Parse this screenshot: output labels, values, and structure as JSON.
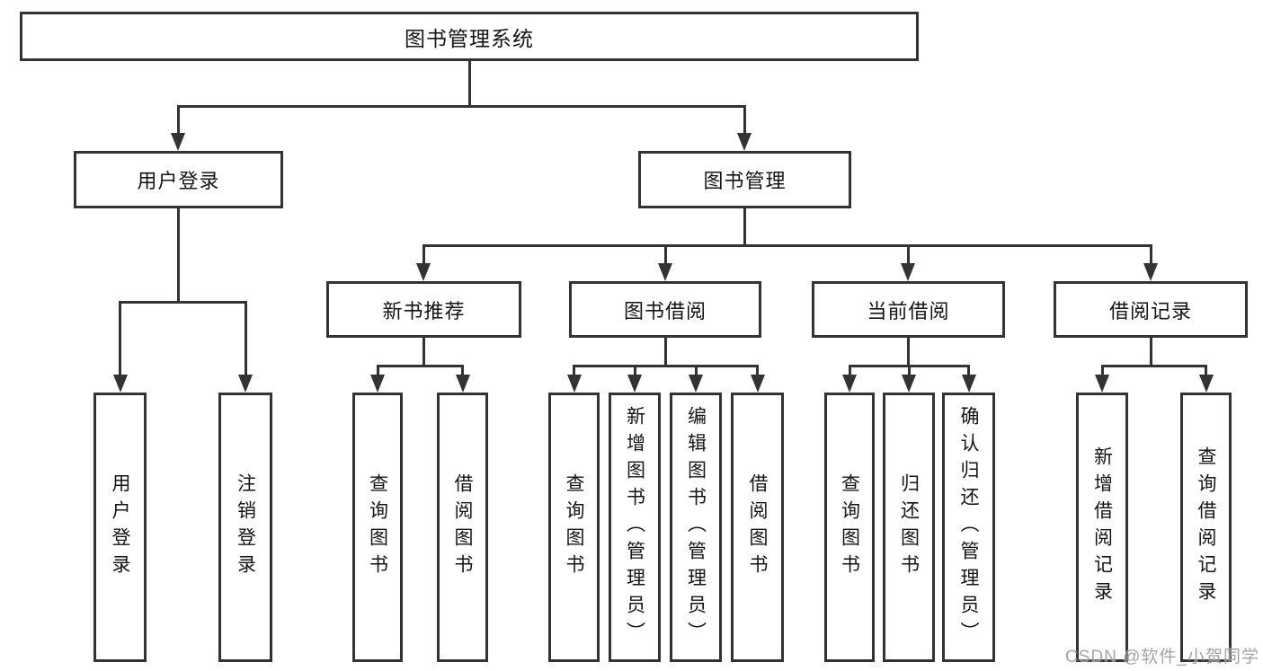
{
  "diagram": {
    "root_label": "图书管理系统",
    "login_branch": {
      "label": "用户登录",
      "children": [
        {
          "label": "用户登录"
        },
        {
          "label": "注销登录"
        }
      ]
    },
    "manage_branch": {
      "label": "图书管理",
      "sections": [
        {
          "label": "新书推荐",
          "children": [
            {
              "label": "查询图书"
            },
            {
              "label": "借阅图书"
            }
          ]
        },
        {
          "label": "图书借阅",
          "children": [
            {
              "label": "查询图书"
            },
            {
              "label": "新增图书（管理员）"
            },
            {
              "label": "编辑图书（管理员）"
            },
            {
              "label": "借阅图书"
            }
          ]
        },
        {
          "label": "当前借阅",
          "children": [
            {
              "label": "查询图书"
            },
            {
              "label": "归还图书"
            },
            {
              "label": "确认归还（管理员）"
            }
          ]
        },
        {
          "label": "借阅记录",
          "children": [
            {
              "label": "新增借阅记录"
            },
            {
              "label": "查询借阅记录"
            }
          ]
        }
      ]
    },
    "watermark": "CSDN @软件_小贺同学",
    "colors": {
      "line": "#333333",
      "text": "#141414",
      "background": "#ffffff",
      "watermark": "#9c9c9c"
    }
  }
}
